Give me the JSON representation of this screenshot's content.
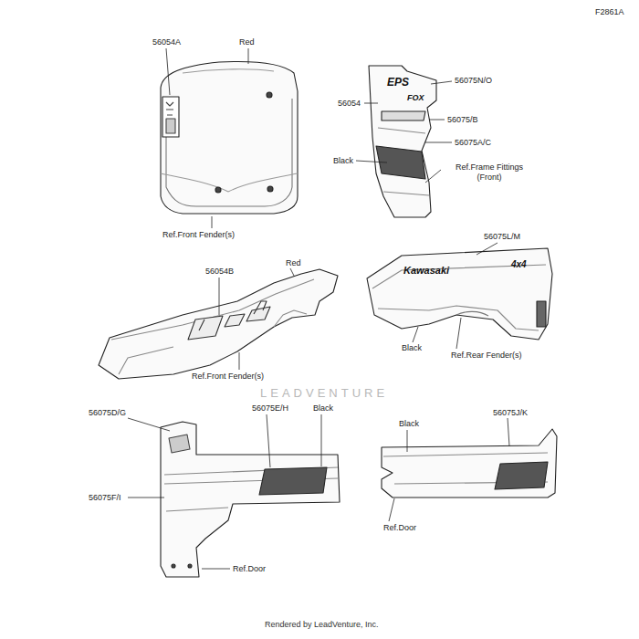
{
  "diagram": {
    "labels": [
      "F2861A",
      "56054A",
      "Red",
      "Ref.Front Fender(s)",
      "56075N/O",
      "EPS",
      "FOX",
      "56054",
      "56075/B",
      "56075A/C",
      "Black",
      "Ref.Frame Fittings (Front)",
      "56075L/M",
      "Kawasaki",
      "4x4",
      "56054B",
      "Red",
      "Ref.Front Fender(s)",
      "Black",
      "Ref.Rear Fender(s)",
      "LEADVENTURE",
      "56075D/G",
      "56075E/H",
      "Black",
      "56075F/I",
      "Ref.Door",
      "56075J/K",
      "Black",
      "Ref.Door",
      "Rendered by LeadVenture, Inc."
    ]
  }
}
